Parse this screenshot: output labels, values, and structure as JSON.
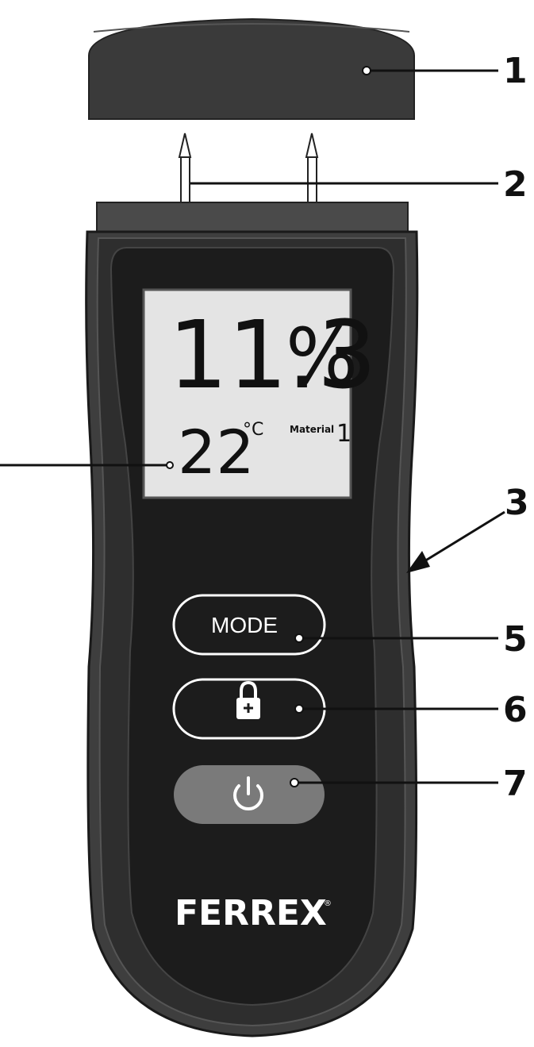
{
  "device": {
    "brand": "FERREX",
    "brand_mark": "®",
    "display": {
      "moisture_value": "11.3",
      "moisture_unit": "%",
      "temperature_value": "22",
      "temperature_unit": "°C",
      "material_label": "Material",
      "material_number": "1"
    },
    "buttons": {
      "mode_label": "MODE"
    }
  },
  "callouts": [
    "1",
    "2",
    "3",
    "5",
    "6",
    "7"
  ],
  "colors": {
    "body_outer": "#3e3e3e",
    "body_inner": "#2c2c2c",
    "face_plate": "#1c1c1c",
    "cap": "#3a3a3a",
    "lcd_screen": "#e4e4e4",
    "power_button": "#7a7a7a"
  }
}
